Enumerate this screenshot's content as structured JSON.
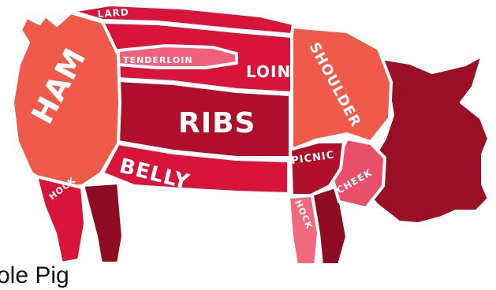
{
  "title": "Whole Pig",
  "caption_visible": "ole Pig",
  "colors": {
    "ham": "#ef5a4a",
    "shoulder": "#ef5a4a",
    "loin": "#d8143a",
    "lard": "#d8143a",
    "tenderloin": "#f0607a",
    "ribs": "#b00f2c",
    "belly": "#d8143a",
    "picnic": "#b00f2c",
    "cheek": "#e8506a",
    "head": "#9a0e26",
    "leg_front": "#d8143a",
    "leg_back": "#8e0c22",
    "hock_front": "#f06a7e",
    "hock_back": "#d8143a",
    "outline": "#ffffff"
  },
  "cuts": [
    {
      "id": "ham",
      "label": "HAM"
    },
    {
      "id": "lard",
      "label": "LARD"
    },
    {
      "id": "tenderloin",
      "label": "TENDERLOIN"
    },
    {
      "id": "loin",
      "label": "LOIN"
    },
    {
      "id": "ribs",
      "label": "RIBS"
    },
    {
      "id": "belly",
      "label": "BELLY"
    },
    {
      "id": "shoulder",
      "label": "SHOULDER"
    },
    {
      "id": "picnic",
      "label": "PICNIC"
    },
    {
      "id": "cheek",
      "label": "CHEEK"
    },
    {
      "id": "hock_back",
      "label": "HOCK"
    },
    {
      "id": "hock_front",
      "label": "HOCK"
    }
  ]
}
